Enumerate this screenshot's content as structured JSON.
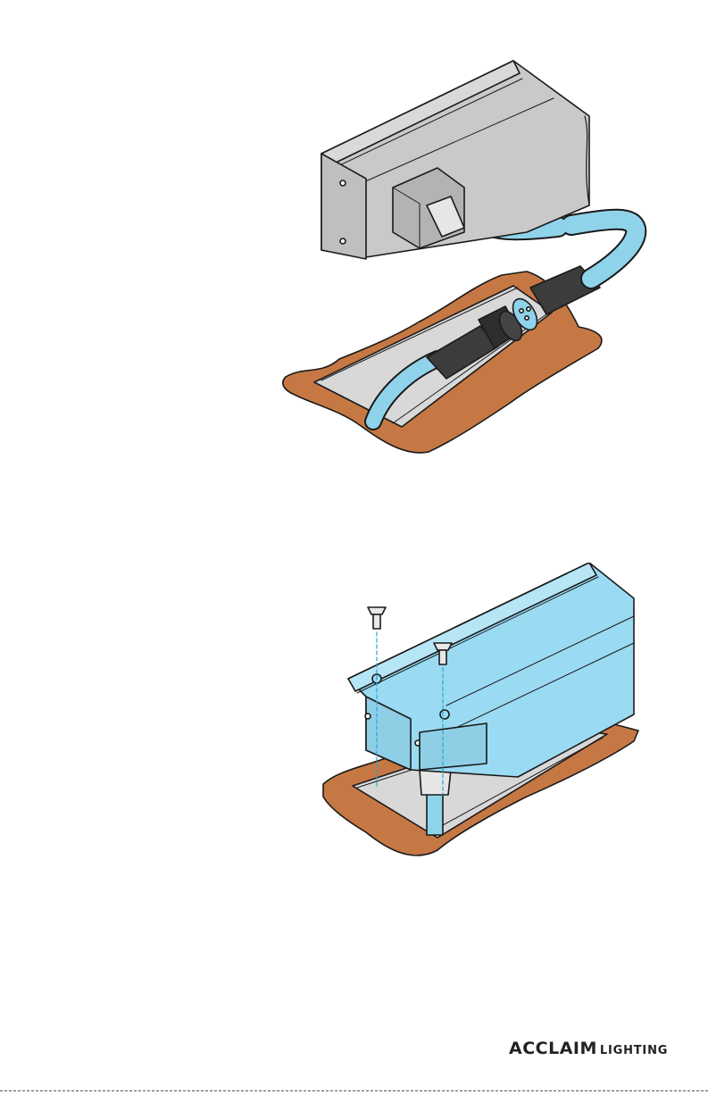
{
  "brand": {
    "name_primary": "ACCLAIM",
    "name_secondary": "LIGHTING"
  },
  "colors": {
    "cable_blue": "#8fd3ea",
    "fixture_blue": "#9adaf2",
    "housing_gray": "#c9c9c9",
    "connector_dark": "#3c3c3c",
    "surface_brown": "#c67844",
    "channel_gray": "#d8d8d8"
  },
  "figures": [
    {
      "name": "connector-connection-illustration"
    },
    {
      "name": "fixture-mounting-illustration"
    }
  ]
}
